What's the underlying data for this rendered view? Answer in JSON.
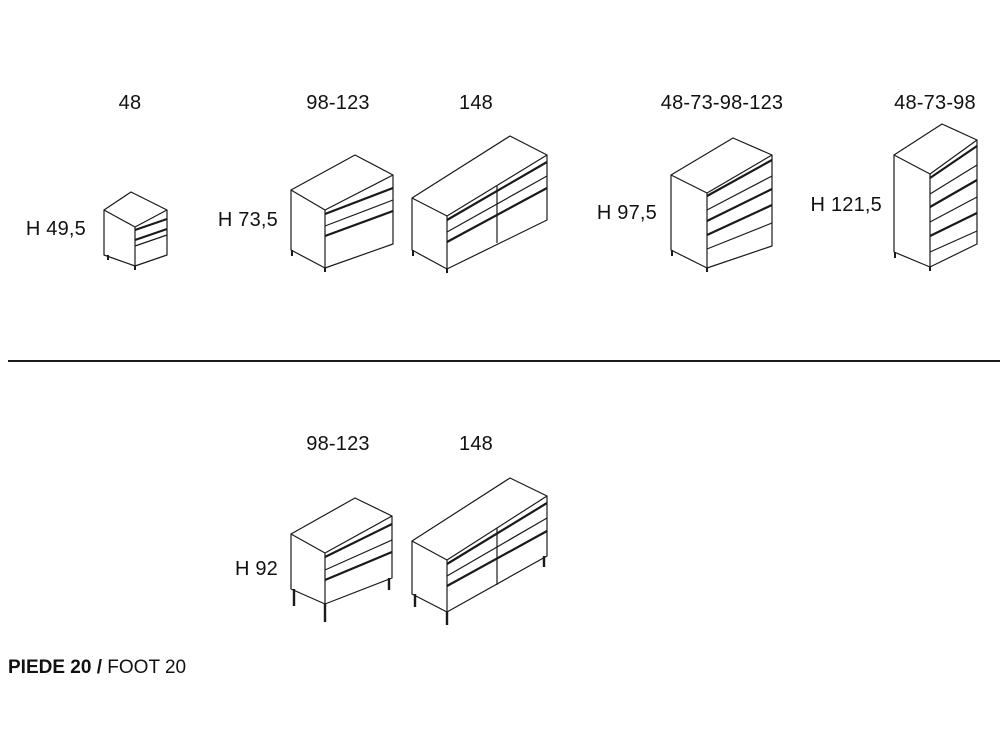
{
  "top_row": [
    {
      "width_label": "48",
      "height_label": "H 49,5"
    },
    {
      "width_label": "98-123",
      "height_label": "H 73,5"
    },
    {
      "width_label": "148"
    },
    {
      "width_label": "48-73-98-123",
      "height_label": "H 97,5"
    },
    {
      "width_label": "48-73-98",
      "height_label": "H 121,5"
    }
  ],
  "bottom_row": [
    {
      "width_label": "98-123",
      "height_label": "H 92"
    },
    {
      "width_label": "148"
    }
  ],
  "caption": {
    "bold": "PIEDE 20 /",
    "normal": " FOOT 20"
  }
}
